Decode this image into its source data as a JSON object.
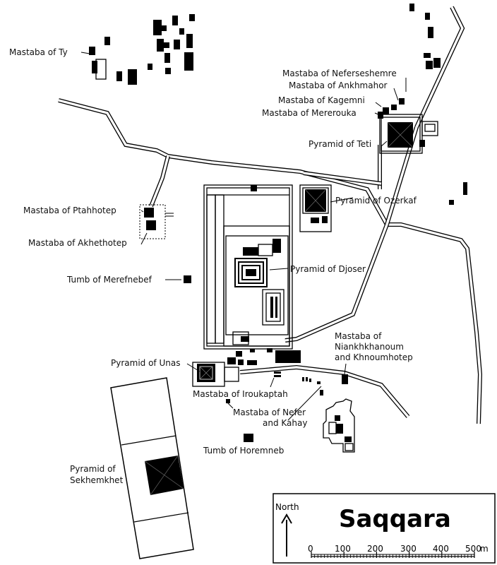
{
  "map": {
    "title": "Saqqara",
    "north_label": "North",
    "scale": {
      "ticks": [
        "0",
        "100",
        "200",
        "300",
        "400",
        "500"
      ],
      "unit": "m"
    }
  },
  "labels": {
    "ty": "Mastaba of Ty",
    "neferseshemre": "Mastaba of Neferseshemre",
    "ankhmahor": "Mastaba of Ankhmahor",
    "kagemni": "Mastaba of Kagemni",
    "mererouka": "Mastaba of Mererouka",
    "teti": "Pyramid of Teti",
    "ozerkaf": "Pyramid of Ozerkaf",
    "ptahhotep": "Mastaba of Ptahhotep",
    "akhethotep": "Mastaba of Akhethotep",
    "merefnebef": "Tumb of Merefnebef",
    "djoser": "Pyramid of Djoser",
    "unas": "Pyramid of Unas",
    "niankh_1": "Mastaba of",
    "niankh_2": "Niankhkhanoum",
    "niankh_3": "and Khnoumhotep",
    "iroukaptah": "Mastaba of Iroukaptah",
    "nefer_1": "Mastaba of Nefer",
    "nefer_2": "and Kahay",
    "horemheb": "Tumb of Horemneb",
    "sekhemkhet_1": "Pyramid of",
    "sekhemkhet_2": "Sekhemkhet"
  }
}
